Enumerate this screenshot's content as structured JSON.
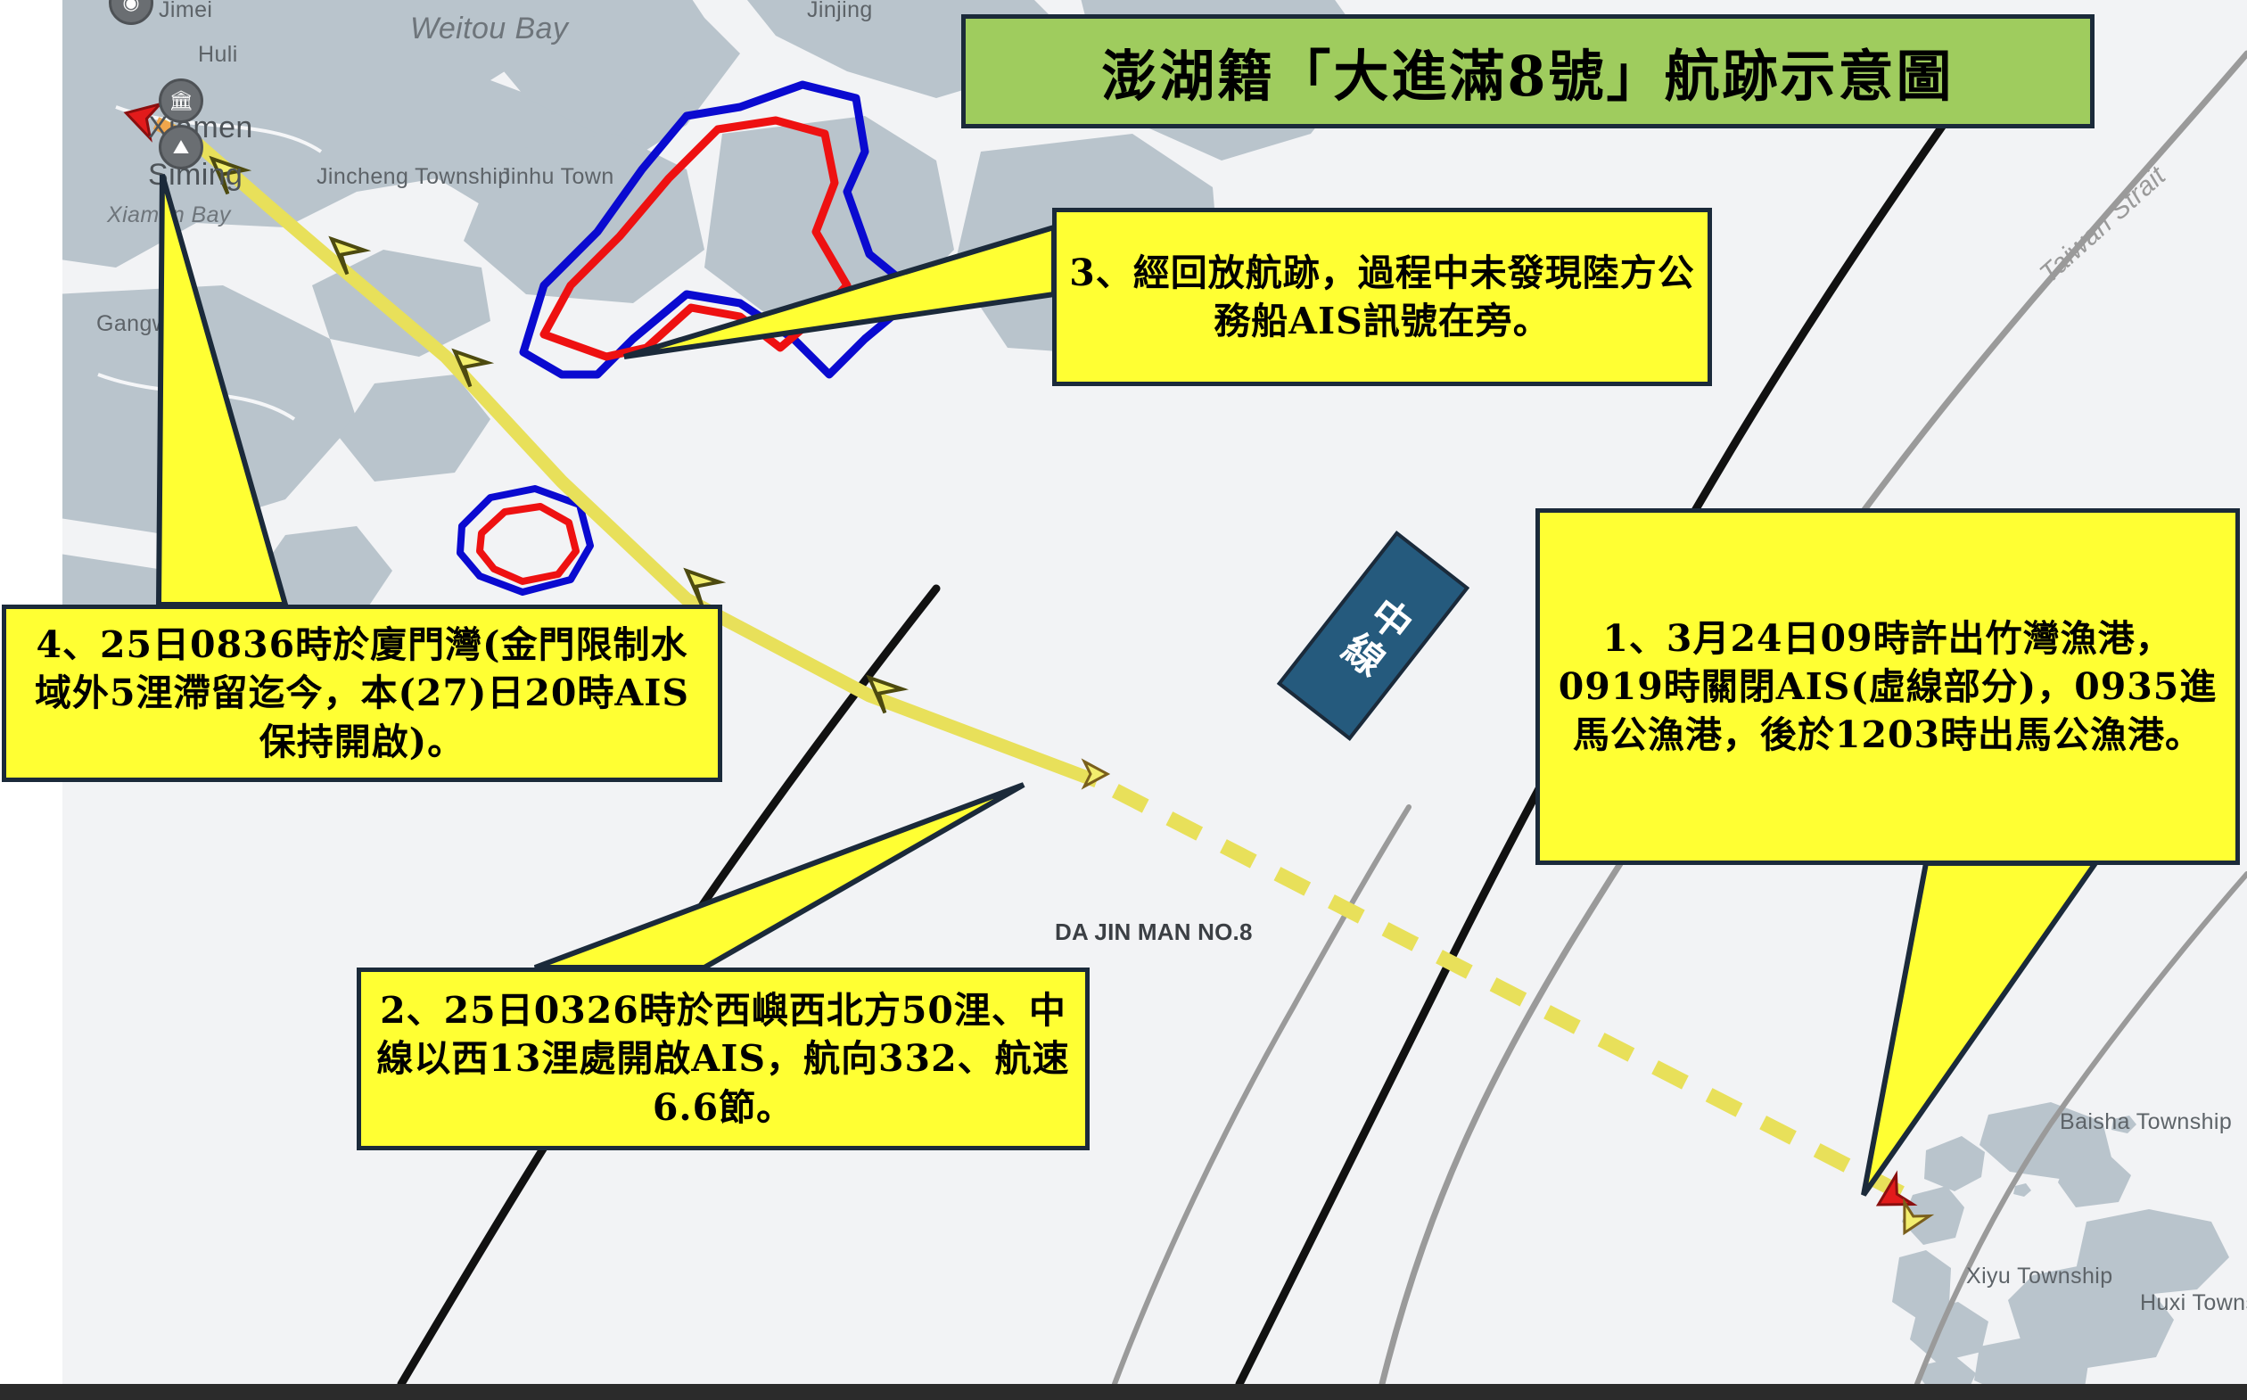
{
  "title": {
    "text": "澎湖籍「大進滿8號」航跡示意圖",
    "bg_color": "#9fcc5e",
    "border_color": "#1b2a3a"
  },
  "vessel": {
    "label": "DA JIN MAN NO.8"
  },
  "median": {
    "label": "中線",
    "bg_color": "#255a7d"
  },
  "callouts": [
    {
      "id": "1",
      "text": "1、3月24日09時許出竹灣漁港，0919時關閉AIS(虛線部分)，0935進馬公漁港，後於1203時出馬公漁港。"
    },
    {
      "id": "2",
      "text": "2、25日0326時於西嶼西北方50浬、中線以西13浬處開啟AIS，航向332、航速6.6節。"
    },
    {
      "id": "3",
      "text": "3、經回放航跡，過程中未發現陸方公務船AIS訊號在旁。"
    },
    {
      "id": "4",
      "text": "4、25日0836時於廈門灣(金門限制水域外5浬滯留迄今，本(27)日20時AIS保持開啟)。"
    }
  ],
  "map_labels": {
    "jimei": "Jimei",
    "huli": "Huli",
    "xiamen": "Xiamen",
    "siming": "Siming",
    "xiamen_bay": "Xiamen Bay",
    "gangwei": "Gangwei",
    "weitou_bay": "Weitou Bay",
    "jinjing": "Jinjing",
    "jincheng_township": "Jincheng Township",
    "jinhu_town": "Jinhu Town",
    "taiwan_strait": "Taiwan Strait",
    "baisha_township": "Baisha Township",
    "xiyu_township": "Xiyu Township",
    "huxi_township": "Huxi Township"
  },
  "legend_colors": {
    "track_solid": "#e8e05a",
    "track_dashed": "#e8e05a",
    "restricted_outer": "#0a0ad0",
    "restricted_inner": "#ee1111",
    "median_line": "#111111",
    "callout_fill": "#ffff33",
    "callout_border": "#1b2a3a",
    "land": "#b9c4cc",
    "sea": "#f2f3f5"
  }
}
